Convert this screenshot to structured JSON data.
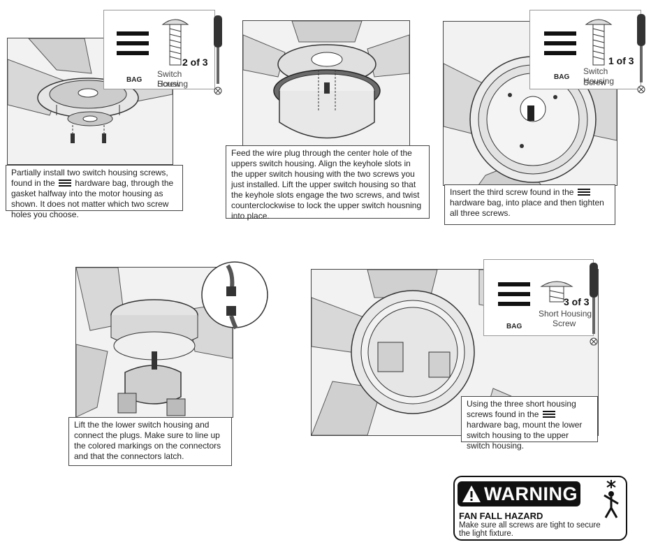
{
  "steps": [
    {
      "caption_parts": [
        "Partially install two switch housing screws, found in the",
        "hardware bag, through the gasket halfway into the motor housing as shown. It does not matter which two screw holes you choose."
      ]
    },
    {
      "caption": "Feed the wire plug through the center hole of the uppers switch housing. Align the keyhole slots in the upper switch housing with the two screws you just installed. Lift the upper switch housing so that the keyhole slots engage the two screws, and twist counterclockwise to lock the upper switch housning into place."
    },
    {
      "caption_parts": [
        "Insert the third screw found in the",
        "hardware bag, into place and then tighten all three screws."
      ]
    },
    {
      "caption": "Lift the the lower switch housing and connect the plugs. Make sure to line up the colored markings on the connectors and that the connectors latch."
    },
    {
      "caption_parts": [
        "Using the three short housing screws found in the",
        "hardware bag, mount the lower switch housing to the upper switch housing."
      ]
    }
  ],
  "hardware": [
    {
      "bag": "BAG",
      "count": "2 of 3",
      "name_line1": "Switch Housing",
      "name_line2": "Screw"
    },
    {
      "bag": "BAG",
      "count": "1 of 3",
      "name_line1": "Switch Housing",
      "name_line2": "Screw"
    },
    {
      "bag": "BAG",
      "count": "3 of 3",
      "name_line1": "Short Housing",
      "name_line2": "Screw"
    }
  ],
  "warning": {
    "title": "WARNING",
    "subtitle": "FAN FALL HAZARD",
    "body": "Make sure all screws are tight to secure the light fixture."
  }
}
